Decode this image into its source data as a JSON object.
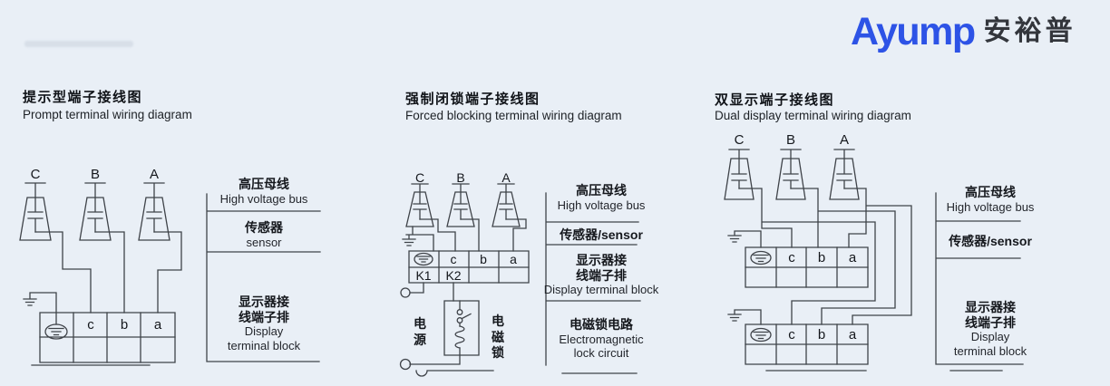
{
  "logo": {
    "brand": "Ayump",
    "brand_cn": "安裕普"
  },
  "sections": [
    {
      "title_cn": "提示型端子接线图",
      "title_en": "Prompt terminal wiring diagram",
      "phases": [
        "C",
        "B",
        "A"
      ],
      "terminals": [
        "c",
        "b",
        "a"
      ],
      "legend": [
        [
          "高压母线",
          "High voltage bus"
        ],
        [
          "传感器",
          "sensor"
        ],
        [
          "显示器接",
          "线端子排",
          "Display",
          "terminal block"
        ]
      ]
    },
    {
      "title_cn": "强制闭锁端子接线图",
      "title_en": "Forced blocking terminal wiring diagram",
      "phases": [
        "C",
        "B",
        "A"
      ],
      "terminals": [
        "c",
        "b",
        "a"
      ],
      "relay_terminals": [
        "K1",
        "K2"
      ],
      "power_label": "电源",
      "lock_label": "电磁锁",
      "legend": [
        [
          "高压母线",
          "High voltage bus"
        ],
        [
          "传感器/sensor"
        ],
        [
          "显示器接",
          "线端子排",
          "Display terminal block"
        ],
        [
          "电磁锁电路",
          "Electromagnetic",
          "lock circuit"
        ]
      ]
    },
    {
      "title_cn": "双显示端子接线图",
      "title_en": "Dual display terminal wiring diagram",
      "phases": [
        "C",
        "B",
        "A"
      ],
      "terminals": [
        "c",
        "b",
        "a"
      ],
      "legend": [
        [
          "高压母线",
          "High voltage bus"
        ],
        [
          "传感器/sensor"
        ],
        [
          "显示器接",
          "线端子排",
          "Display",
          "terminal block"
        ]
      ]
    }
  ]
}
